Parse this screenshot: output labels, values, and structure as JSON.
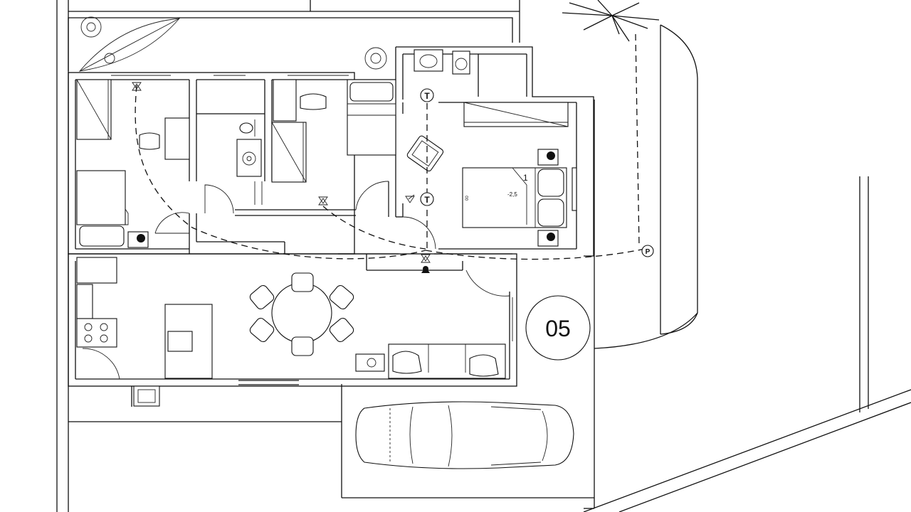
{
  "plan": {
    "unit_number": "05",
    "bed_tag": "1",
    "bed_level": "-2,5",
    "socket_symbol": "T",
    "meter_symbol": "P",
    "colors": {
      "line": "#111111",
      "background": "#ffffff"
    }
  }
}
